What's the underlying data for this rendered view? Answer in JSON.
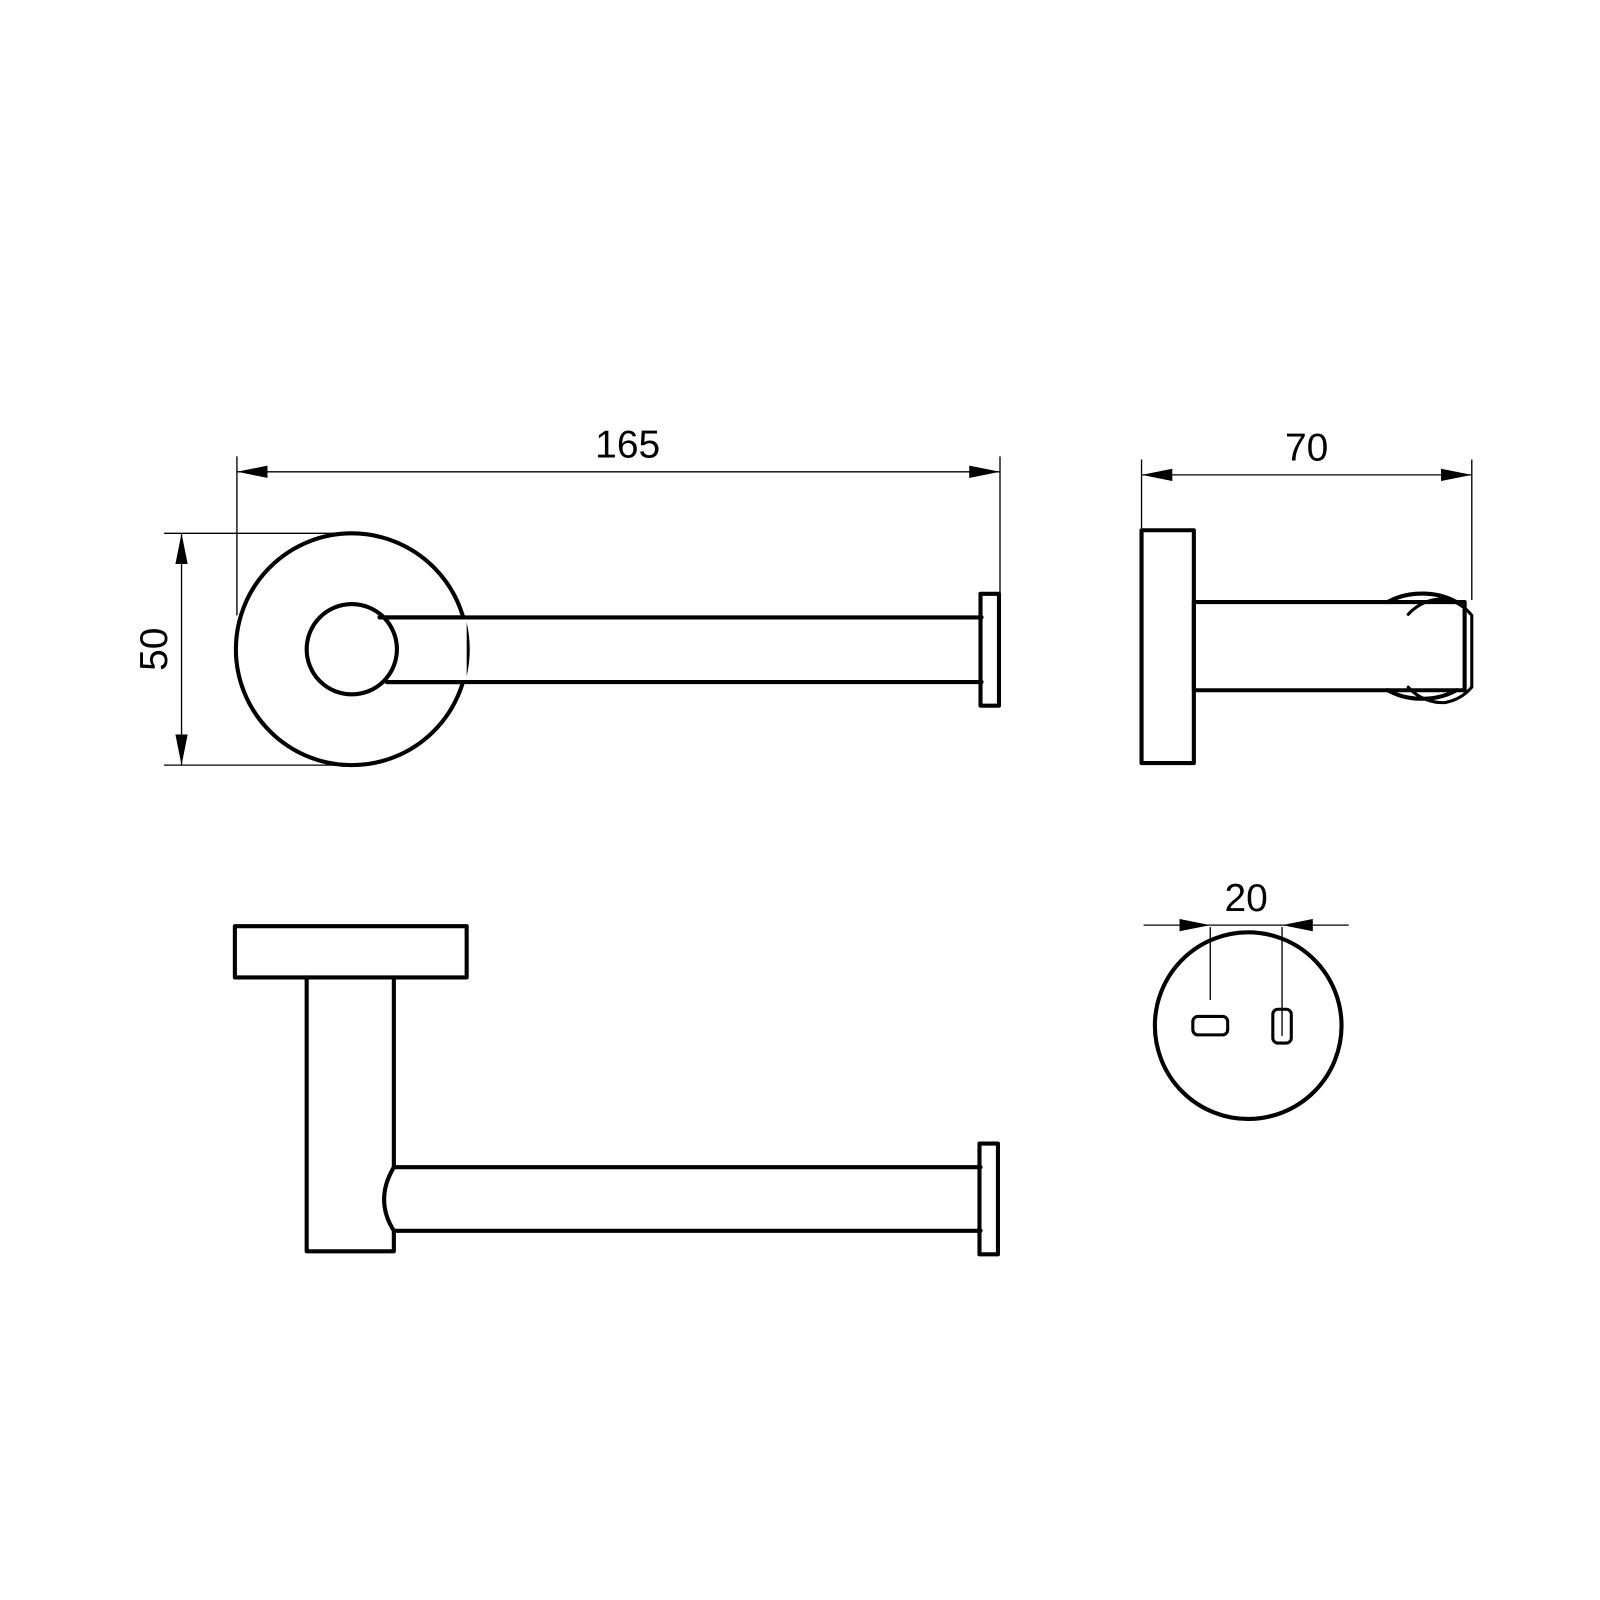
{
  "drawing": {
    "dimensions": {
      "overall_length": "165",
      "plate_diameter": "50",
      "projection": "70",
      "hole_spacing": "20"
    },
    "colors": {
      "line": "#000000",
      "background": "#ffffff"
    }
  }
}
